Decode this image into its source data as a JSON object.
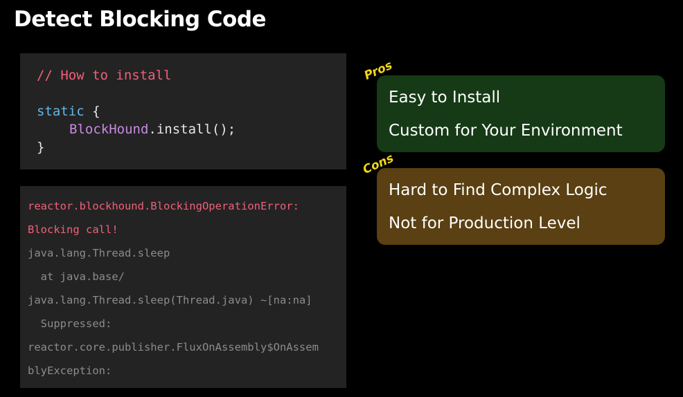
{
  "slide": {
    "title": "Detect Blocking Code"
  },
  "code_snippet": {
    "comment": "// How to install",
    "keyword": "static",
    "open_brace": " {",
    "class_name": "BlockHound",
    "call": ".install();",
    "close_brace": "}"
  },
  "error_log": {
    "lines": [
      "reactor.blockhound.BlockingOperationError:",
      "Blocking call!",
      "java.lang.Thread.sleep",
      "  at java.base/",
      "java.lang.Thread.sleep(Thread.java) ~[na:na]",
      "  Suppressed:",
      "reactor.core.publisher.FluxOnAssembly$OnAssem",
      "blyException:"
    ]
  },
  "pros": {
    "tag": "Pros",
    "items": [
      "Easy to Install",
      "Custom for Your Environment"
    ]
  },
  "cons": {
    "tag": "Cons",
    "items": [
      "Hard to Find Complex Logic",
      "Not for Production Level"
    ]
  },
  "colors": {
    "background": "#000000",
    "code_background": "#232323",
    "pros_card": "#163a16",
    "cons_card": "#5a4012",
    "tag_yellow": "#f2d61c",
    "error_red": "#f0607a",
    "keyword_blue": "#62b7e8",
    "class_purple": "#c98be0",
    "trace_gray": "#8c8c8c"
  }
}
